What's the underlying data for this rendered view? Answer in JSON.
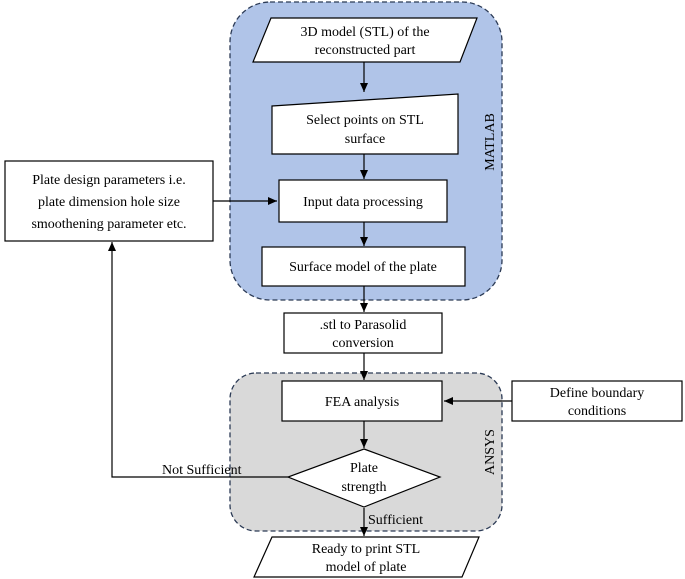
{
  "groups": {
    "matlab": {
      "label": "MATLAB",
      "fill": "#b0c4e8"
    },
    "ansys": {
      "label": "ANSYS",
      "fill": "#d9d9d9"
    }
  },
  "nodes": {
    "stl_model": {
      "line1": "3D model (STL) of the",
      "line2": "reconstructed part"
    },
    "select_points": {
      "line1": "Select points on STL",
      "line2": "surface"
    },
    "plate_params": {
      "line1": "Plate design parameters i.e.",
      "line2": "plate dimension hole size",
      "line3": "smoothening parameter etc."
    },
    "input_processing": {
      "line1": "Input data processing"
    },
    "surface_model": {
      "line1": "Surface model of the plate"
    },
    "parasolid": {
      "line1": ".stl to Parasolid",
      "line2": "conversion"
    },
    "fea": {
      "line1": "FEA analysis"
    },
    "boundary": {
      "line1": "Define boundary",
      "line2": "conditions"
    },
    "plate_strength": {
      "line1": "Plate",
      "line2": "strength"
    },
    "ready": {
      "line1": "Ready to print STL",
      "line2": "model of plate"
    }
  },
  "edges": {
    "not_sufficient": "Not Sufficient",
    "sufficient": "Sufficient"
  }
}
